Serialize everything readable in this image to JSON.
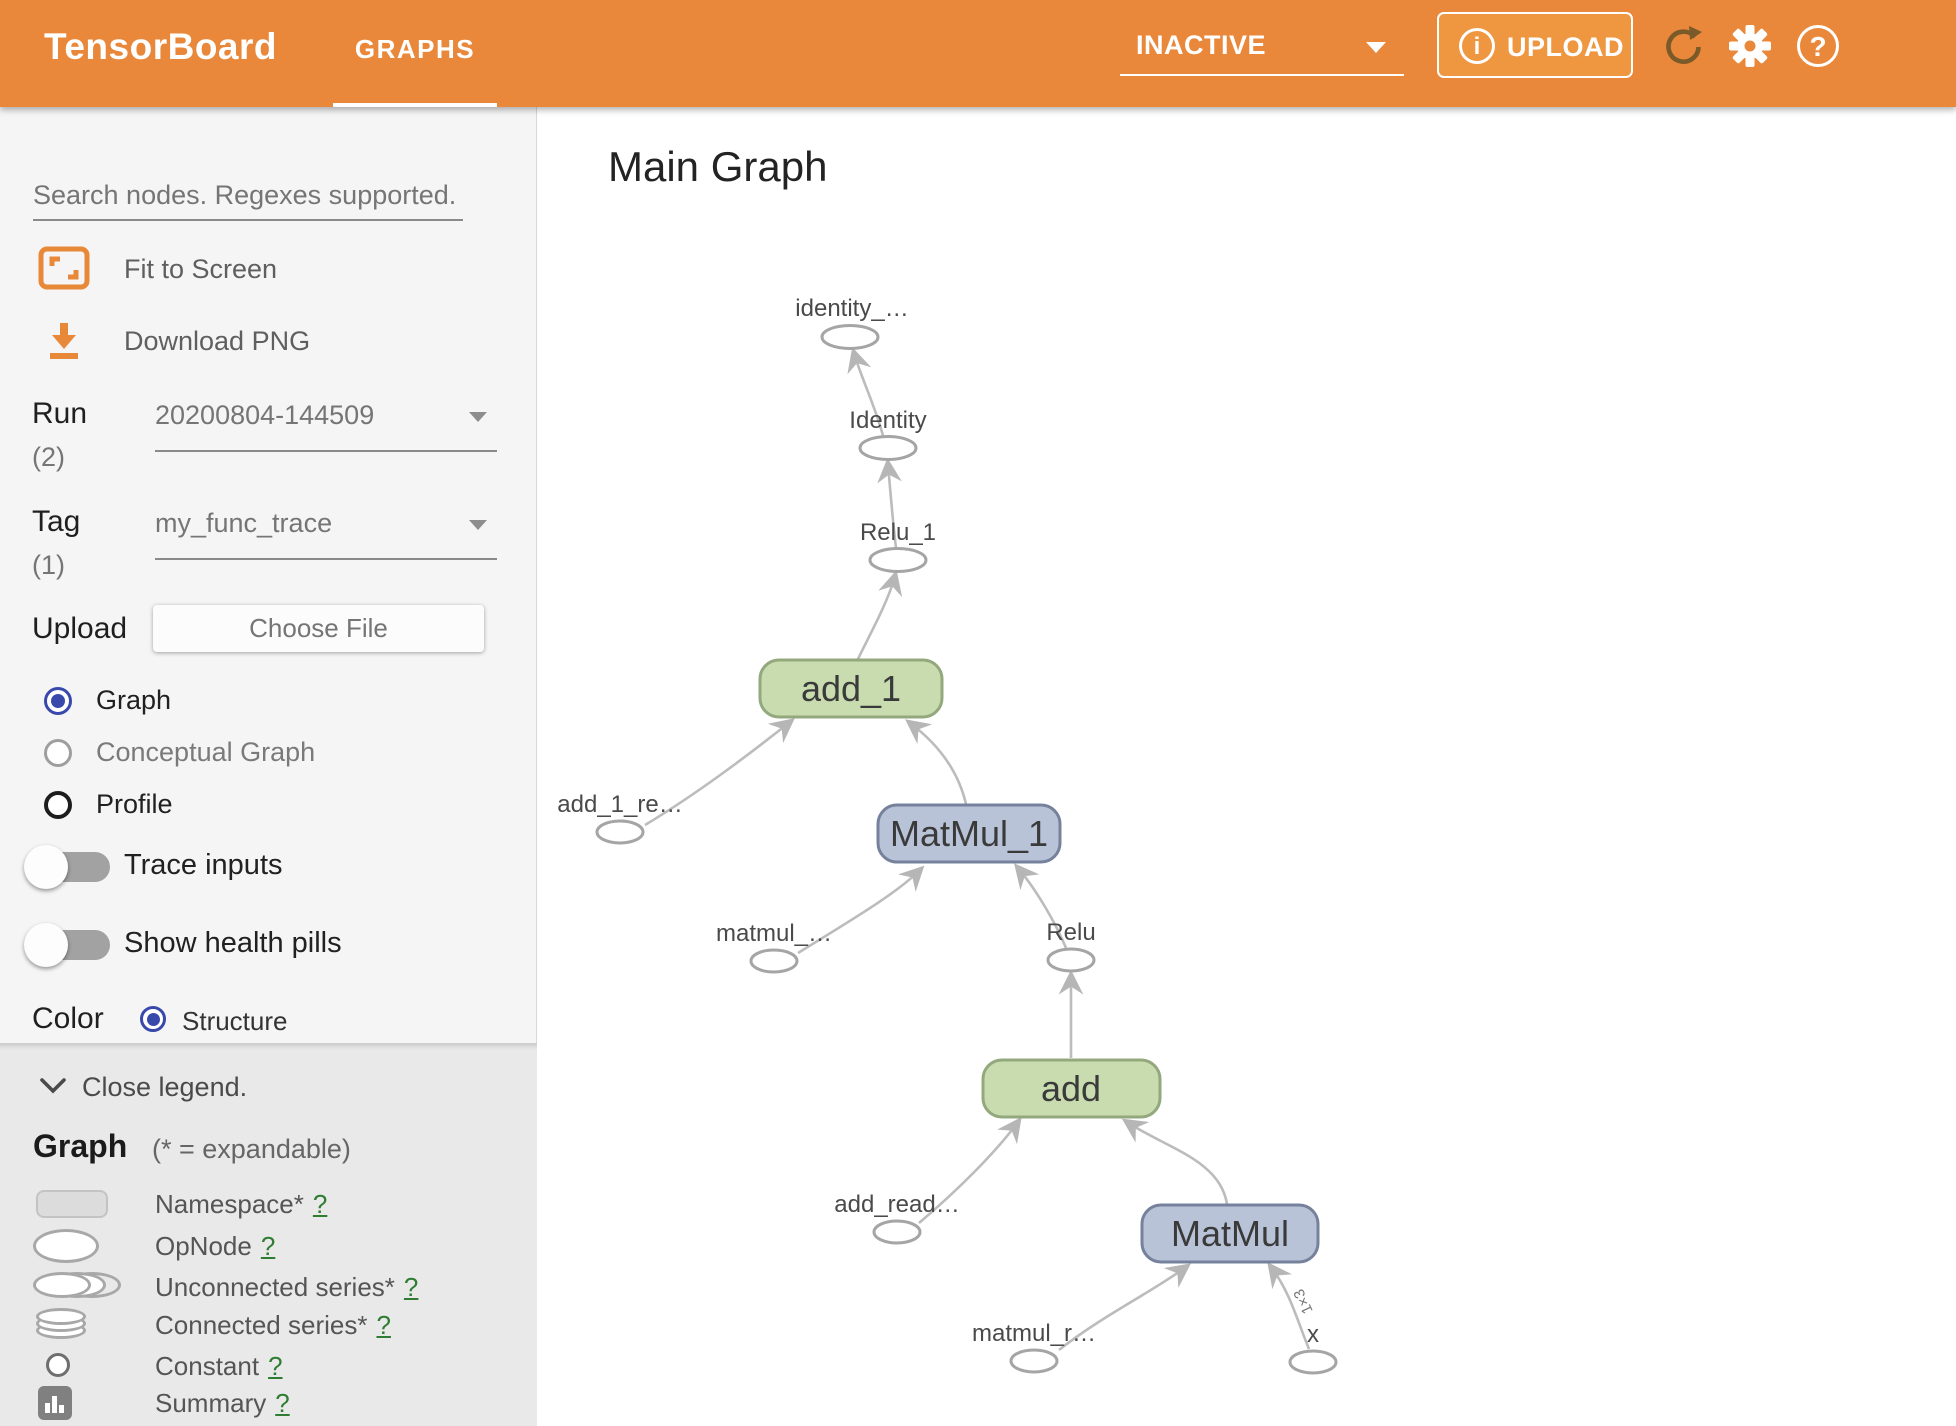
{
  "header": {
    "logo": "TensorBoard",
    "tab": "GRAPHS",
    "status": "INACTIVE",
    "upload_label": "UPLOAD",
    "info_glyph": "i",
    "help_glyph": "?"
  },
  "sidebar": {
    "search_placeholder": "Search nodes. Regexes supported.",
    "fit_label": "Fit to Screen",
    "download_label": "Download PNG",
    "run": {
      "label": "Run",
      "count": "(2)",
      "value": "20200804-144509"
    },
    "tag": {
      "label": "Tag",
      "count": "(1)",
      "value": "my_func_trace"
    },
    "upload": {
      "label": "Upload",
      "button": "Choose File"
    },
    "views": [
      {
        "label": "Graph",
        "selected": true
      },
      {
        "label": "Conceptual Graph",
        "selected": false
      },
      {
        "label": "Profile",
        "selected": false
      }
    ],
    "toggles": [
      {
        "label": "Trace inputs",
        "on": false
      },
      {
        "label": "Show health pills",
        "on": false
      }
    ],
    "color": {
      "label": "Color",
      "option": "Structure"
    }
  },
  "legend": {
    "close_label": "Close legend.",
    "heading": "Graph",
    "heading_note": "(* = expandable)",
    "items": [
      {
        "label": "Namespace*",
        "help": "?"
      },
      {
        "label": "OpNode",
        "help": "?"
      },
      {
        "label": "Unconnected series*",
        "help": "?"
      },
      {
        "label": "Connected series*",
        "help": "?"
      },
      {
        "label": "Constant",
        "help": "?"
      },
      {
        "label": "Summary",
        "help": "?"
      }
    ]
  },
  "main": {
    "title": "Main Graph"
  },
  "graph": {
    "rects": [
      {
        "label": "add_1",
        "kind": "green"
      },
      {
        "label": "MatMul_1",
        "kind": "blue"
      },
      {
        "label": "add",
        "kind": "green"
      },
      {
        "label": "MatMul",
        "kind": "blue"
      }
    ],
    "ellipses": [
      {
        "label": "identity_…"
      },
      {
        "label": "Identity"
      },
      {
        "label": "Relu_1"
      },
      {
        "label": "add_1_re…"
      },
      {
        "label": "matmul_…"
      },
      {
        "label": "Relu"
      },
      {
        "label": "add_read…"
      },
      {
        "label": "matmul_r…"
      },
      {
        "label": "x"
      }
    ],
    "edge_label": "1×3"
  },
  "colors": {
    "header_orange": "#e9883a",
    "upload_button_orange": "#ef9640",
    "node_green_fill": "#c8dcb0",
    "node_green_stroke": "#93a87d",
    "node_blue_fill": "#b9c3d7",
    "node_blue_stroke": "#76819c",
    "edge_gray": "#bcbcbc",
    "help_link_green": "#2e7d32",
    "selected_radio_indigo": "#3949ab"
  }
}
